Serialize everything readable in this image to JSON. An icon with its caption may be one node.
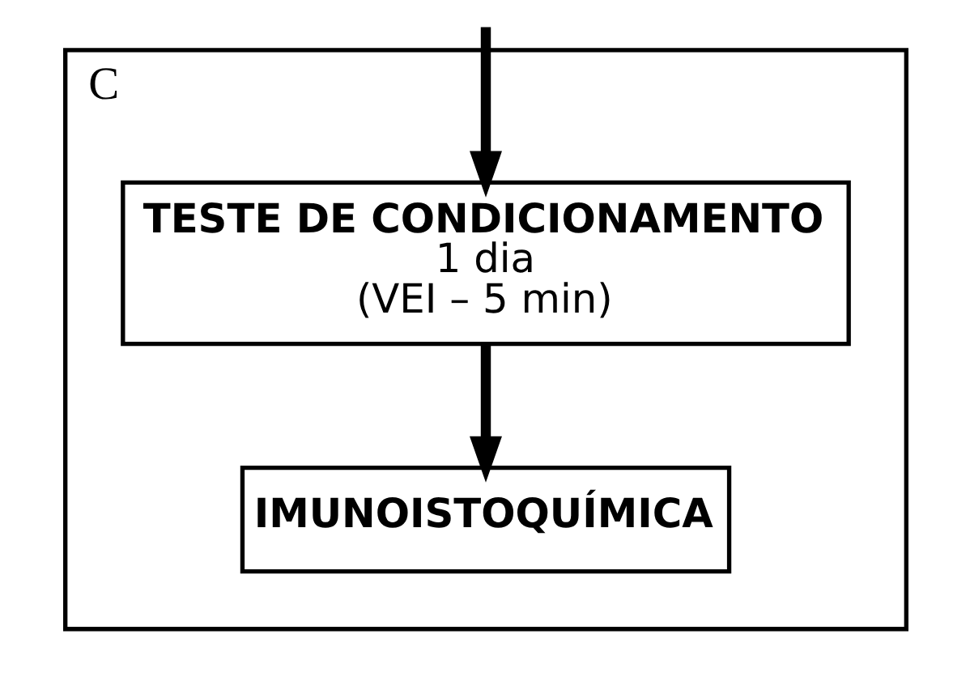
{
  "diagram": {
    "nodes": [
      {
        "text": [
          "C"
        ]
      },
      {
        "text": [
          "TESTE DE CONDICIONAMENTO",
          "1 dia",
          "(VEI – 5 min)"
        ],
        "in": 0
      },
      {
        "text": [
          "IMUNOISTOQUÍMICA"
        ],
        "in": 0
      }
    ],
    "edges": [
      {
        "from": null,
        "to": 1,
        "arrow": "to"
      },
      {
        "from": 1,
        "to": 2,
        "arrow": "to"
      }
    ]
  }
}
